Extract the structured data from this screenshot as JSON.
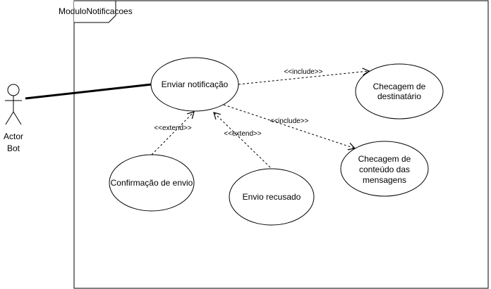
{
  "frame": {
    "title": "ModuloNotificacoes"
  },
  "actor": {
    "line1": "Actor",
    "line2": "Bot"
  },
  "use_cases": {
    "enviar": "Enviar notificação",
    "destinatario_line1": "Checagem de",
    "destinatario_line2": "destinatário",
    "conteudo_line1": "Checagem de",
    "conteudo_line2": "conteúdo das",
    "conteudo_line3": "mensagens",
    "confirmacao": "Confirmação de envio",
    "recusado": "Envio recusado"
  },
  "relations": {
    "include_1": "<<include>>",
    "include_2": "<<include>>",
    "extend_1": "<<extend>>",
    "extend_2": "<<extend>>"
  },
  "colors": {
    "stroke": "#000000",
    "background": "#ffffff"
  }
}
